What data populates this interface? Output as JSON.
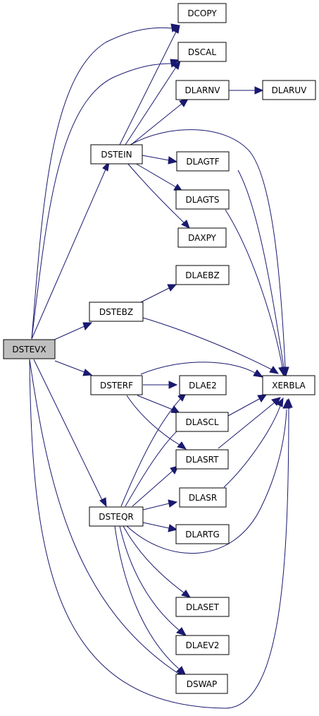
{
  "graph": {
    "root": "dstevx",
    "nodes": {
      "dstevx": "DSTEVX",
      "dcopy": "DCOPY",
      "dscal": "DSCAL",
      "dlarnv": "DLARNV",
      "dlaruv": "DLARUV",
      "dstein": "DSTEIN",
      "dlagtf": "DLAGTF",
      "dlagts": "DLAGTS",
      "daxpy": "DAXPY",
      "dlaebz": "DLAEBZ",
      "dstebz": "DSTEBZ",
      "xerbla": "XERBLA",
      "dsterf": "DSTERF",
      "dlae2": "DLAE2",
      "dlascl": "DLASCL",
      "dlasrt": "DLASRT",
      "dlasr": "DLASR",
      "dsteqr": "DSTEQR",
      "dlartg": "DLARTG",
      "dlaset": "DLASET",
      "dlaev2": "DLAEV2",
      "dswap": "DSWAP"
    },
    "edges": [
      [
        "dstevx",
        "dcopy"
      ],
      [
        "dstevx",
        "dscal"
      ],
      [
        "dstevx",
        "dstein"
      ],
      [
        "dstevx",
        "dstebz"
      ],
      [
        "dstevx",
        "dsterf"
      ],
      [
        "dstevx",
        "dsteqr"
      ],
      [
        "dstevx",
        "dswap"
      ],
      [
        "dstevx",
        "xerbla"
      ],
      [
        "dstein",
        "dcopy"
      ],
      [
        "dstein",
        "dscal"
      ],
      [
        "dstein",
        "dlarnv"
      ],
      [
        "dstein",
        "dlagtf"
      ],
      [
        "dstein",
        "dlagts"
      ],
      [
        "dstein",
        "daxpy"
      ],
      [
        "dstein",
        "xerbla"
      ],
      [
        "dlarnv",
        "dlaruv"
      ],
      [
        "dlagtf",
        "xerbla"
      ],
      [
        "dlagts",
        "xerbla"
      ],
      [
        "dstebz",
        "dlaebz"
      ],
      [
        "dstebz",
        "xerbla"
      ],
      [
        "dsterf",
        "dlae2"
      ],
      [
        "dsterf",
        "dlascl"
      ],
      [
        "dsterf",
        "dlasrt"
      ],
      [
        "dsterf",
        "xerbla"
      ],
      [
        "dlascl",
        "xerbla"
      ],
      [
        "dlasrt",
        "xerbla"
      ],
      [
        "dsteqr",
        "dlae2"
      ],
      [
        "dsteqr",
        "dlascl"
      ],
      [
        "dsteqr",
        "dlasrt"
      ],
      [
        "dsteqr",
        "dlasr"
      ],
      [
        "dsteqr",
        "dlartg"
      ],
      [
        "dsteqr",
        "dlaset"
      ],
      [
        "dsteqr",
        "dlaev2"
      ],
      [
        "dsteqr",
        "dswap"
      ],
      [
        "dsteqr",
        "xerbla"
      ],
      [
        "dlasr",
        "xerbla"
      ]
    ]
  }
}
